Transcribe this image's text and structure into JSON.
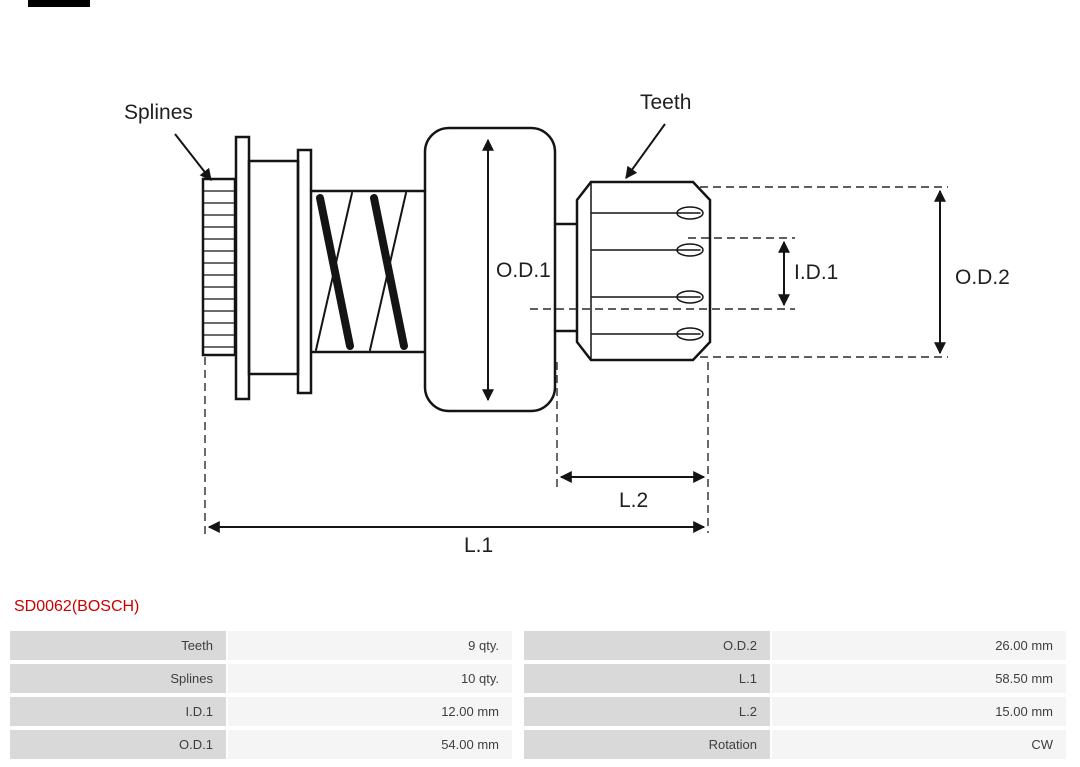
{
  "diagram": {
    "labels": {
      "splines": "Splines",
      "teeth": "Teeth",
      "od1": "O.D.1",
      "id1": "I.D.1",
      "od2": "O.D.2",
      "l2": "L.2",
      "l1": "L.1"
    }
  },
  "part": {
    "number": "SD0062(BOSCH)"
  },
  "specs": {
    "rows": [
      {
        "label1": "Teeth",
        "value1": "9 qty.",
        "label2": "O.D.2",
        "value2": "26.00 mm"
      },
      {
        "label1": "Splines",
        "value1": "10 qty.",
        "label2": "L.1",
        "value2": "58.50 mm"
      },
      {
        "label1": "I.D.1",
        "value1": "12.00 mm",
        "label2": "L.2",
        "value2": "15.00 mm"
      },
      {
        "label1": "O.D.1",
        "value1": "54.00 mm",
        "label2": "Rotation",
        "value2": "CW"
      }
    ]
  },
  "colors": {
    "accent": "#cc0000",
    "cell_label_bg": "#d9d9d9",
    "cell_value_bg": "#f5f5f5",
    "line": "#141414"
  }
}
